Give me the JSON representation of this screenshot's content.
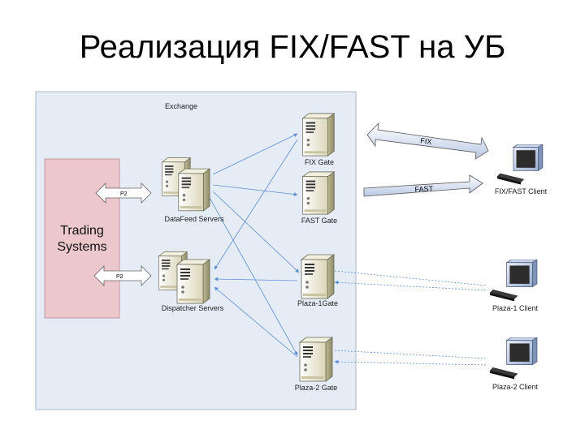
{
  "title": "Реализация FIX/FAST на УБ",
  "exchange_label": "Exchange",
  "trading_systems": {
    "line1": "Trading",
    "line2": "Systems"
  },
  "p2_top": "P2",
  "p2_bottom": "P2",
  "servers": {
    "datafeed": "DataFeed Servers",
    "dispatcher": "Dispatcher Servers"
  },
  "gates": {
    "fix": "FIX Gate",
    "fast": "FAST Gate",
    "plaza1": "Plaza-1Gate",
    "plaza2": "Plaza-2 Gate"
  },
  "arrows": {
    "fix": "FIX",
    "fast": "FAST"
  },
  "clients": {
    "fixfast": "FIX/FAST Client",
    "plaza1": "Plaza-1 Client",
    "plaza2": "Plaza-2 Client"
  },
  "colors": {
    "exchange_bg": "#e6ecf5",
    "trading_bg": "#ecc8cc",
    "line": "#5b8fd6",
    "arrow_fill": "#e8eef8"
  }
}
